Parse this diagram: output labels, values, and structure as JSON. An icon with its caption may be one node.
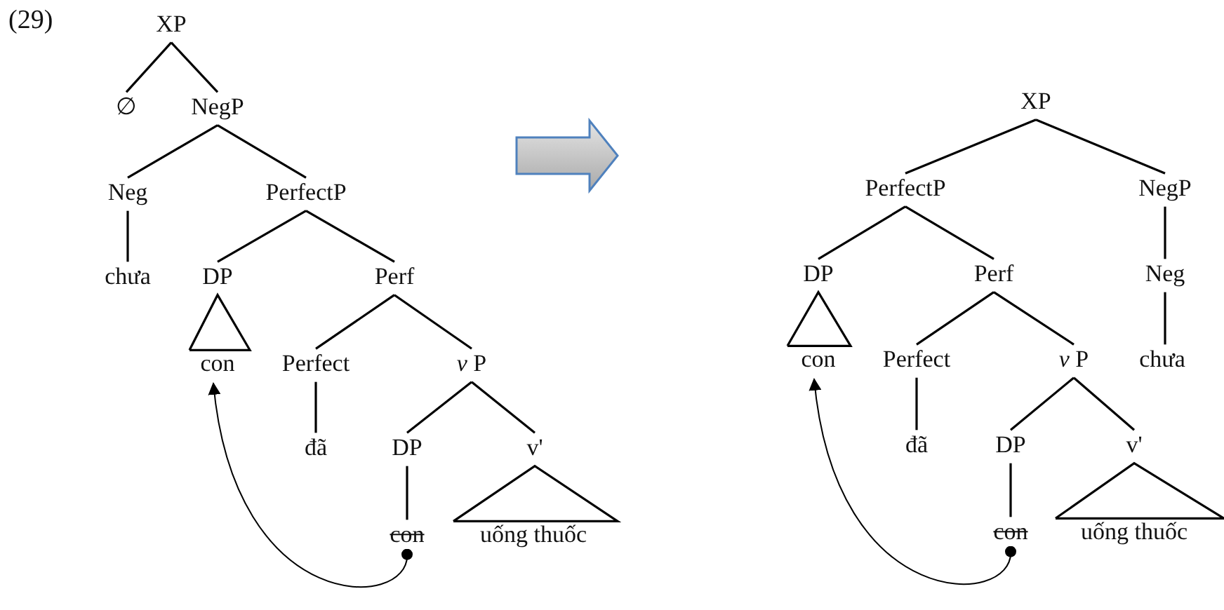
{
  "diagram": {
    "nodes": [
      {
        "text": [
          "XP"
        ]
      },
      {
        "text": [
          "∅"
        ]
      },
      {
        "text": [
          "NegP"
        ]
      },
      {
        "text": [
          "Neg"
        ]
      },
      {
        "text": [
          "PerfectP"
        ]
      },
      {
        "text": [
          "chưa"
        ]
      },
      {
        "text": [
          "DP"
        ]
      },
      {
        "text": [
          "Perf"
        ]
      },
      {
        "text": [
          "con"
        ]
      },
      {
        "text": [
          "Perfect"
        ]
      },
      {
        "text": [
          "*v* P"
        ]
      },
      {
        "text": [
          "đã"
        ]
      },
      {
        "text": [
          "DP"
        ]
      },
      {
        "text": [
          "v'"
        ]
      },
      {
        "text": [
          "con"
        ]
      },
      {
        "text": [
          "uống thuốc"
        ]
      },
      {
        "text": [
          "XP"
        ]
      },
      {
        "text": [
          "PerfectP"
        ]
      },
      {
        "text": [
          "NegP"
        ]
      },
      {
        "text": [
          "DP"
        ]
      },
      {
        "text": [
          "Perf"
        ]
      },
      {
        "text": [
          "Neg"
        ]
      },
      {
        "text": [
          "con"
        ]
      },
      {
        "text": [
          "Perfect"
        ]
      },
      {
        "text": [
          "*v* P"
        ]
      },
      {
        "text": [
          "chưa"
        ]
      },
      {
        "text": [
          "đã"
        ]
      },
      {
        "text": [
          "DP"
        ]
      },
      {
        "text": [
          "v'"
        ]
      },
      {
        "text": [
          "con"
        ]
      },
      {
        "text": [
          "uống thuốc"
        ]
      }
    ],
    "edges": [
      {
        "from": 0,
        "to": 1,
        "arrow": "none"
      },
      {
        "from": 0,
        "to": 2,
        "arrow": "none"
      },
      {
        "from": 2,
        "to": 3,
        "arrow": "none"
      },
      {
        "from": 2,
        "to": 4,
        "arrow": "none"
      },
      {
        "from": 3,
        "to": 5,
        "arrow": "none"
      },
      {
        "from": 4,
        "to": 6,
        "arrow": "none"
      },
      {
        "from": 4,
        "to": 7,
        "arrow": "none"
      },
      {
        "from": 6,
        "to": 8,
        "arrow": "none"
      },
      {
        "from": 7,
        "to": 9,
        "arrow": "none"
      },
      {
        "from": 7,
        "to": 10,
        "arrow": "none"
      },
      {
        "from": 9,
        "to": 11,
        "arrow": "none"
      },
      {
        "from": 10,
        "to": 12,
        "arrow": "none"
      },
      {
        "from": 10,
        "to": 13,
        "arrow": "none"
      },
      {
        "from": 12,
        "to": 14,
        "arrow": "none"
      },
      {
        "from": 13,
        "to": 15,
        "arrow": "none"
      },
      {
        "from": 14,
        "to": 8,
        "arrow": "to"
      },
      {
        "from": 16,
        "to": 17,
        "arrow": "none"
      },
      {
        "from": 16,
        "to": 18,
        "arrow": "none"
      },
      {
        "from": 17,
        "to": 19,
        "arrow": "none"
      },
      {
        "from": 17,
        "to": 20,
        "arrow": "none"
      },
      {
        "from": 18,
        "to": 21,
        "arrow": "none"
      },
      {
        "from": 19,
        "to": 22,
        "arrow": "none"
      },
      {
        "from": 20,
        "to": 23,
        "arrow": "none"
      },
      {
        "from": 20,
        "to": 24,
        "arrow": "none"
      },
      {
        "from": 21,
        "to": 25,
        "arrow": "none"
      },
      {
        "from": 23,
        "to": 26,
        "arrow": "none"
      },
      {
        "from": 24,
        "to": 27,
        "arrow": "none"
      },
      {
        "from": 24,
        "to": 28,
        "arrow": "none"
      },
      {
        "from": 27,
        "to": 29,
        "arrow": "none"
      },
      {
        "from": 28,
        "to": 30,
        "arrow": "none"
      },
      {
        "from": 29,
        "to": 22,
        "arrow": "to"
      }
    ],
    "labels": [
      "(29)"
    ]
  }
}
